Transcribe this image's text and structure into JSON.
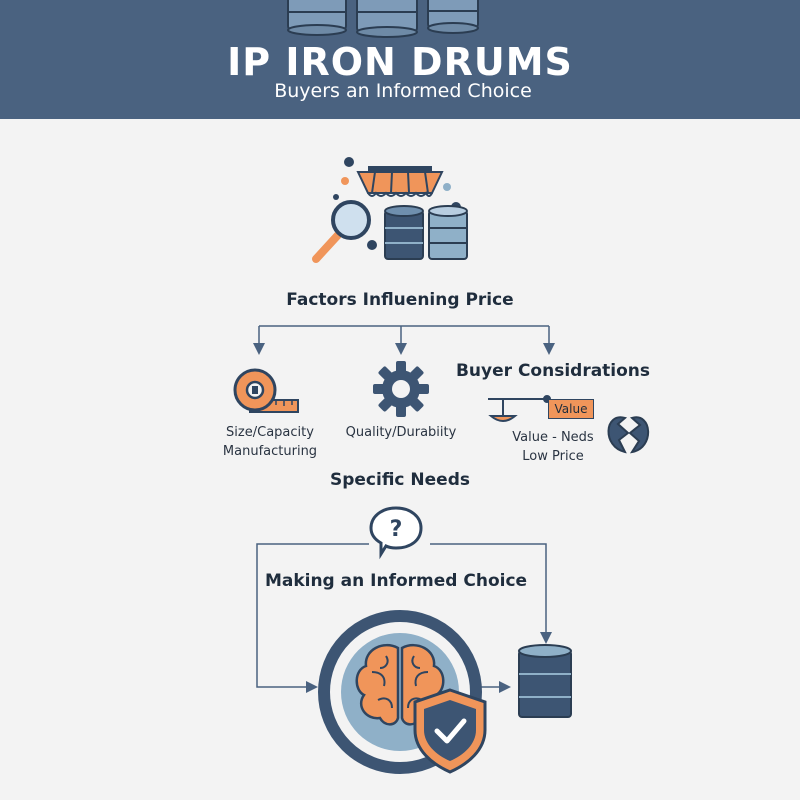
{
  "header": {
    "title": "IP IRON DRUMS",
    "subtitle": "Buyers an Informed Choice"
  },
  "diagram": {
    "factors_title": "Factors Influening Price",
    "factors": [
      {
        "label": "Size/Capacity\nManufacturing",
        "icon": "tape-measure-icon"
      },
      {
        "label": "Quality/Durabiity",
        "icon": "gear-icon"
      }
    ],
    "buyer": {
      "title": "Buyer Considrations",
      "value_tag": "Value",
      "text": "Value - Neds\nLow Price",
      "icons": [
        "balance-scale-icon",
        "broken-ring-icon"
      ]
    },
    "specific_needs": "Specific Needs",
    "question_icon": "question-bubble-icon",
    "informed_choice": "Making an Informed Choice",
    "result_icons": [
      "brain-icon",
      "shield-check-icon",
      "drum-icon"
    ]
  },
  "colors": {
    "header_bg": "#4a6280",
    "accent_orange": "#f0955a",
    "navy": "#2f4560",
    "steel_blue": "#8fb0c8",
    "background": "#f3f3f3"
  }
}
